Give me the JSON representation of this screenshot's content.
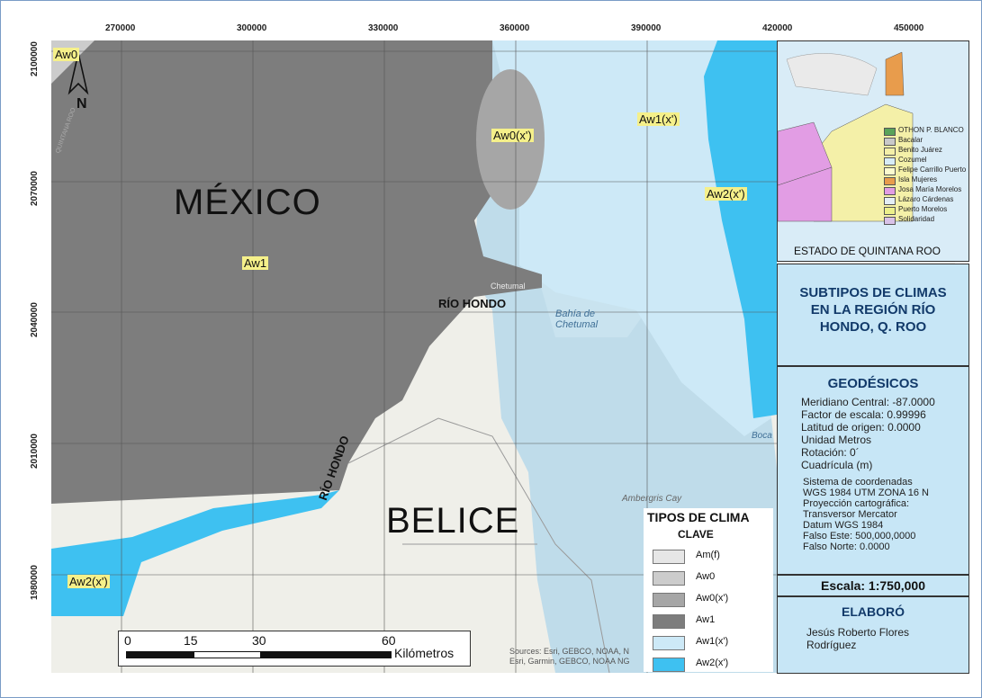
{
  "map_data": {
    "x_ticks": [
      "270000",
      "300000",
      "330000",
      "360000",
      "390000",
      "420000",
      "450000"
    ],
    "y_ticks": [
      "2100000",
      "2070000",
      "2040000",
      "2010000",
      "1980000"
    ],
    "country_labels": {
      "mexico": "MÉXICO",
      "belice": "BELICE"
    },
    "climate_labels": {
      "aw0": "Aw0",
      "aw1": "Aw1",
      "aw0x": "Aw0(x')",
      "aw1x": "Aw1(x')",
      "aw2x_east": "Aw2(x')",
      "aw2x_south": "Aw2(x')"
    },
    "river_label_1": "RÍO HONDO",
    "river_label_2": "RÍO HONDO",
    "basemap_labels": {
      "bahia": "Bahía de\nChetumal",
      "chetumal": "Chetumal",
      "ambergris": "Ambergris Cay",
      "boca": "Boca",
      "quintana_roo": "QUINTANA ROO"
    },
    "north_arrow": "N",
    "scale_bar": {
      "ticks": [
        "0",
        "15",
        "30",
        "60"
      ],
      "unit": "Kilómetros"
    },
    "sources": "Sources: Esri, GEBCO, NOAA, N\nEsri, Garmin, GEBCO, NOAA NG"
  },
  "legend": {
    "title": "TIPOS DE CLIMA",
    "subtitle": "CLAVE",
    "items": [
      {
        "label": "Am(f)",
        "color": "#e6e6e6"
      },
      {
        "label": "Aw0",
        "color": "#cccccc"
      },
      {
        "label": "Aw0(x')",
        "color": "#a6a6a6"
      },
      {
        "label": "Aw1",
        "color": "#7d7d7d"
      },
      {
        "label": "Aw1(x')",
        "color": "#cde9f7"
      },
      {
        "label": "Aw2(x')",
        "color": "#3ec1f1"
      }
    ]
  },
  "inset": {
    "title": "ESTADO DE QUINTANA ROO",
    "items": [
      {
        "label": "OTHON P. BLANCO",
        "color": "#5aa35a"
      },
      {
        "label": "Bacalar",
        "color": "#c9c9c9"
      },
      {
        "label": "Benito Juárez",
        "color": "#f4f0a8"
      },
      {
        "label": "Cozumel",
        "color": "#d7ecf7"
      },
      {
        "label": "Felipe Carrillo Puerto",
        "color": "#fcfbcf"
      },
      {
        "label": "Isla Mujeres",
        "color": "#e89c4c"
      },
      {
        "label": "Josa María Morelos",
        "color": "#e29de4"
      },
      {
        "label": "Lázaro Cárdenas",
        "color": "#e4eef6"
      },
      {
        "label": "Puerto Morelos",
        "color": "#ecf08a"
      },
      {
        "label": "Solidaridad",
        "color": "#d9c2e8"
      }
    ]
  },
  "panel": {
    "title": "SUBTIPOS DE CLIMAS\nEN LA REGIÓN RÍO\nHONDO, Q. ROO",
    "geo_title": "GEODÉSICOS",
    "geo_lines": [
      "Meridiano Central: -87.0000",
      "Factor de escala: 0.99996",
      "Latitud de origen: 0.0000",
      "Unidad Metros",
      "Rotación: 0´",
      "Cuadrícula (m)"
    ],
    "proj_lines": [
      "Sistema de coordenadas",
      "WGS 1984 UTM ZONA 16 N",
      "Proyección cartográfica:",
      "Transversor Mercator",
      "Datum WGS 1984",
      "Falso Este: 500,000,0000",
      "Falso Norte: 0.0000"
    ],
    "scale": "Escala: 1:750,000",
    "author_title": "ELABORÓ",
    "author": "Jesús Roberto Flores\nRodríguez"
  }
}
